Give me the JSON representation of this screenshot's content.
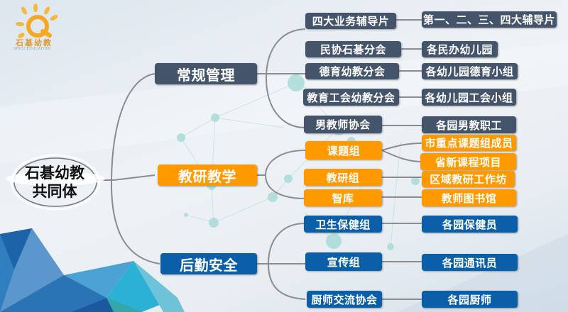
{
  "logo": {
    "text": "石基幼教",
    "subtitle": "SHIQI EDUCATION",
    "icon": "sun-q-logo-icon"
  },
  "root": {
    "line1": "石碁幼教",
    "line2": "共同体"
  },
  "colors": {
    "dark": "#44546a",
    "orange": "#ff9900",
    "blue": "#0b5ea8",
    "connector": "#8c8c8c"
  },
  "branches": [
    {
      "label": "常规管理",
      "color": "dark",
      "children": [
        {
          "label": "四大业务辅导片",
          "leaves": [
            "第一、二、三、四大辅导片"
          ]
        },
        {
          "label": "民协石碁分会",
          "leaves": [
            "各民办幼儿园"
          ]
        },
        {
          "label": "德育幼教分会",
          "leaves": [
            "各幼儿园德育小组"
          ]
        },
        {
          "label": "教育工会幼教分会",
          "leaves": [
            "各幼儿园工会小组"
          ]
        },
        {
          "label": "男教师协会",
          "leaves": [
            "各园男教职工"
          ]
        }
      ]
    },
    {
      "label": "教研教学",
      "color": "orange",
      "children": [
        {
          "label": "课题组",
          "leaves": [
            "市重点课题组成员",
            "省新课程项目"
          ]
        },
        {
          "label": "教研组",
          "leaves": [
            "区域教研工作坊"
          ]
        },
        {
          "label": "智库",
          "leaves": [
            "教师图书馆"
          ]
        }
      ]
    },
    {
      "label": "后勤安全",
      "color": "blue",
      "children": [
        {
          "label": "卫生保健组",
          "leaves": [
            "各园保健员"
          ]
        },
        {
          "label": "宣传组",
          "leaves": [
            "各园通讯员"
          ]
        },
        {
          "label": "厨师交流协会",
          "leaves": [
            "各园厨师"
          ]
        }
      ]
    }
  ]
}
